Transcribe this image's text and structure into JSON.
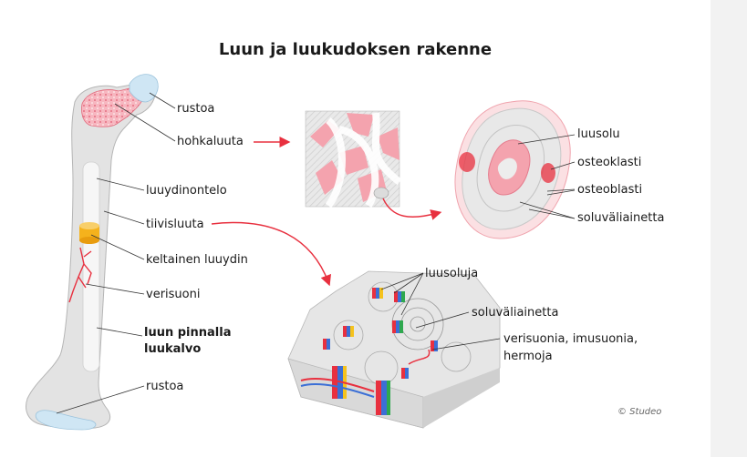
{
  "title": "Luun ja luukudoksen rakenne",
  "labels": {
    "rustoa_top": "rustoa",
    "hohkaluuta": "hohkaluuta",
    "luuydinontelo": "luuydinontelo",
    "tiivisluuta": "tiivisluuta",
    "keltainen_luuydin": "keltainen luuydin",
    "verisuoni": "verisuoni",
    "luukalvo_line1": "luun pinnalla",
    "luukalvo_line2": "luukalvo",
    "rustoa_bottom": "rustoa",
    "luusolu": "luusolu",
    "osteoklasti": "osteoklasti",
    "osteoblasti": "osteoblasti",
    "soluvaliainetta_top": "soluväliainetta",
    "luusoluja": "luusoluja",
    "soluvaliainetta_block": "soluväliainetta",
    "verisuonia_line1": "verisuonia, imusuonia,",
    "verisuonia_line2": "hermoja"
  },
  "copyright": "© Studeo",
  "colors": {
    "accent_red": "#e8303f",
    "spongy_pink": "#f4a3ae",
    "cartilage_blue": "#cfe6f4",
    "bone_grey": "#e4e4e4",
    "marrow_yellow": "#f5b21c"
  }
}
